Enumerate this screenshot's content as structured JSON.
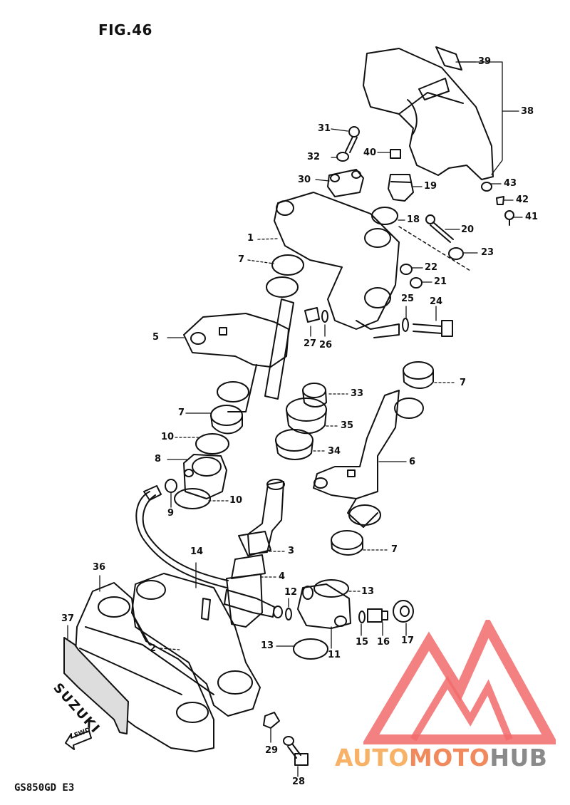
{
  "figure": {
    "title": "FIG.46",
    "model_code": "GS850GD  E3"
  },
  "callouts": {
    "p1": "1",
    "p2": "2",
    "p3": "3",
    "p4": "4",
    "p5": "5",
    "p6": "6",
    "p7a": "7",
    "p7b": "7",
    "p7c": "7",
    "p7d": "7",
    "p8": "8",
    "p9": "9",
    "p10a": "10",
    "p10b": "10",
    "p11": "11",
    "p12": "12",
    "p13a": "13",
    "p13b": "13",
    "p14": "14",
    "p15": "15",
    "p16": "16",
    "p17": "17",
    "p18": "18",
    "p19": "19",
    "p20": "20",
    "p21": "21",
    "p22": "22",
    "p23": "23",
    "p24": "24",
    "p25": "25",
    "p26": "26",
    "p27": "27",
    "p28": "28",
    "p29": "29",
    "p30": "30",
    "p31": "31",
    "p32": "32",
    "p33": "33",
    "p34": "34",
    "p35": "35",
    "p36": "36",
    "p37": "37",
    "p38": "38",
    "p39": "39",
    "p40": "40",
    "p41": "41",
    "p42": "42",
    "p43": "43"
  },
  "emblem": {
    "brand": "SUZUKI",
    "fwd_arrow": "FWD"
  },
  "watermark": {
    "part1": "AUTO",
    "part2": "MOTO",
    "part3": "HUB",
    "colors": {
      "light": "#f7b267",
      "mid": "#f08a5d",
      "dark": "#8a8a8a",
      "logo": "#f26b6b"
    }
  },
  "colors": {
    "ink": "#111111",
    "paper": "#ffffff"
  }
}
